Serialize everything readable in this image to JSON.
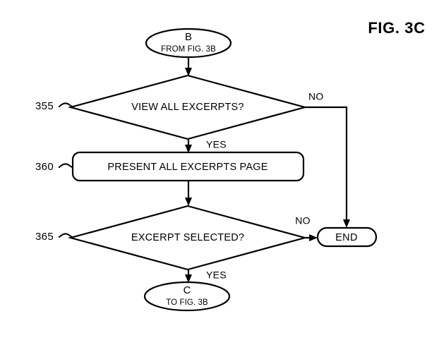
{
  "figure": {
    "title": "FIG. 3C",
    "nodes": {
      "entry_connector": {
        "label": "B",
        "sublabel": "FROM FIG. 3B"
      },
      "decision_355": {
        "ref": "355",
        "text": "VIEW ALL EXCERPTS?",
        "yes_label": "YES",
        "no_label": "NO"
      },
      "process_360": {
        "ref": "360",
        "text": "PRESENT ALL EXCERPTS PAGE"
      },
      "decision_365": {
        "ref": "365",
        "text": "EXCERPT SELECTED?",
        "yes_label": "YES",
        "no_label": "NO"
      },
      "terminal_end": {
        "label": "END"
      },
      "exit_connector": {
        "label": "C",
        "sublabel": "TO FIG. 3B"
      }
    }
  }
}
